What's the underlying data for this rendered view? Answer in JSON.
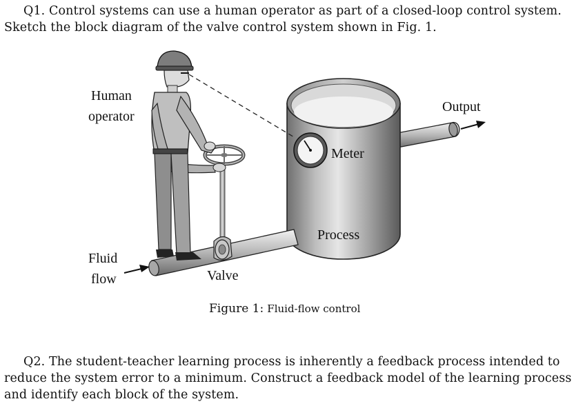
{
  "q1": {
    "line1": "Q1. Control systems can use a human operator as part of a closed-loop control system.",
    "line2": "Sketch the block diagram of the valve control system shown in Fig. 1."
  },
  "figure": {
    "labels": {
      "human": "Human",
      "operator": "operator",
      "meter": "Meter",
      "output": "Output",
      "process": "Process",
      "fluid": "Fluid",
      "flow": "flow",
      "valve": "Valve"
    },
    "caption_num": "Figure 1:",
    "caption_text": "Fluid-flow control"
  },
  "q2": {
    "line1": "Q2. The student-teacher learning process is inherently a feedback process intended to",
    "line2": "reduce the system error to a minimum. Construct a feedback model of the learning process",
    "line3": "and identify each block of the system."
  }
}
